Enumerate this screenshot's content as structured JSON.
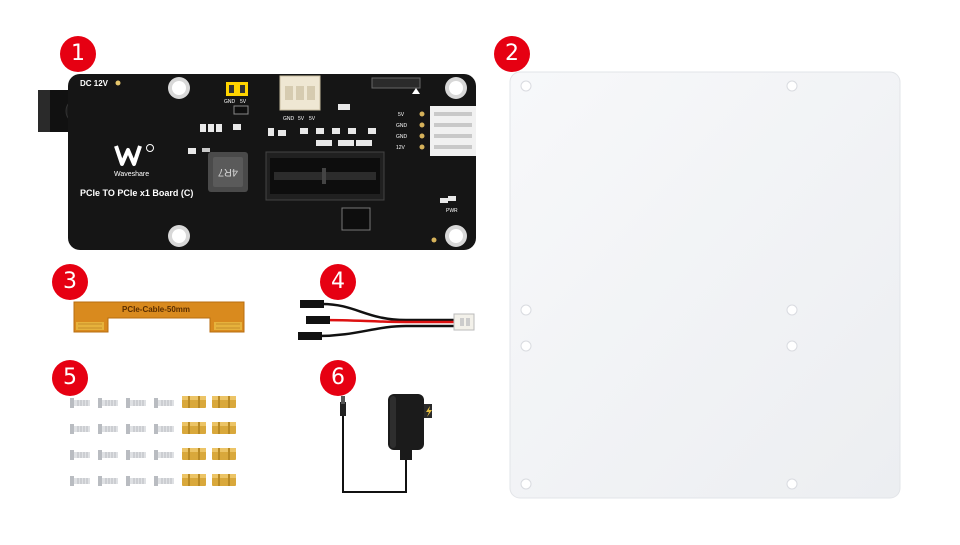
{
  "badge_color": "#e60012",
  "badges": [
    "1",
    "2",
    "3",
    "4",
    "5",
    "6"
  ],
  "board": {
    "name": "PCIe TO PCIe x1 Board (C)",
    "brand": "Waveshare",
    "power_label": "DC 12V",
    "inductor_code": "4R7",
    "jumper_labels": [
      "GND",
      "5V"
    ],
    "header_labels": [
      "GND",
      "5V",
      "5V"
    ],
    "fan_pins": [
      "5V",
      "GND",
      "GND",
      "12V"
    ],
    "pwr_led_label": "PWR",
    "board_color": "#151515"
  },
  "fpc_cable": {
    "label": "PCIe-Cable-50mm",
    "color": "#d98a1e"
  },
  "screws": {
    "columns": 4,
    "rows": 4
  },
  "standoffs": {
    "columns": 2,
    "rows": 4
  },
  "acrylic_plate_color": "#f3f4f6"
}
